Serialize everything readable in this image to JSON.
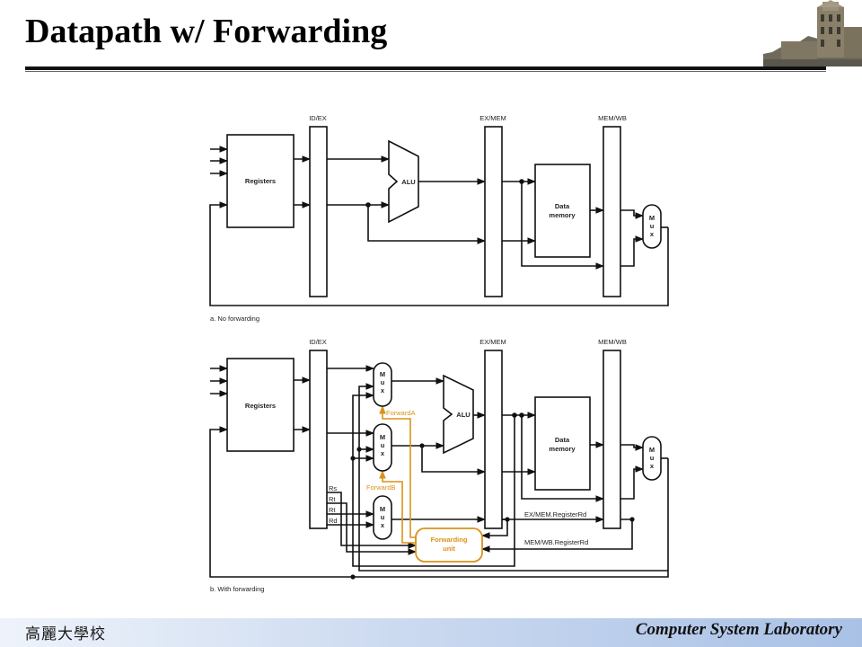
{
  "slide": {
    "title": "Datapath w/ Forwarding",
    "footer_left": "高麗大學校",
    "footer_right": "Computer System Laboratory"
  },
  "diagram": {
    "accent_color": "#d9921a",
    "top": {
      "caption": "a. No forwarding",
      "registers": "Registers",
      "alu": "ALU",
      "data_memory": [
        "Data",
        "memory"
      ],
      "pipeline_registers": [
        "ID/EX",
        "EX/MEM",
        "MEM/WB"
      ],
      "mux": [
        "M",
        "u",
        "x"
      ]
    },
    "bottom": {
      "caption": "b. With forwarding",
      "registers": "Registers",
      "alu": "ALU",
      "data_memory": [
        "Data",
        "memory"
      ],
      "pipeline_registers": [
        "ID/EX",
        "EX/MEM",
        "MEM/WB"
      ],
      "mux": [
        "M",
        "u",
        "x"
      ],
      "forward_a": "ForwardA",
      "forward_b": "ForwardB",
      "forwarding_unit": [
        "Forwarding",
        "unit"
      ],
      "reg_fields": [
        "Rs",
        "Rt",
        "Rt",
        "Rd"
      ],
      "exmem_rd": "EX/MEM.RegisterRd",
      "memwb_rd": "MEM/WB.RegisterRd"
    }
  }
}
